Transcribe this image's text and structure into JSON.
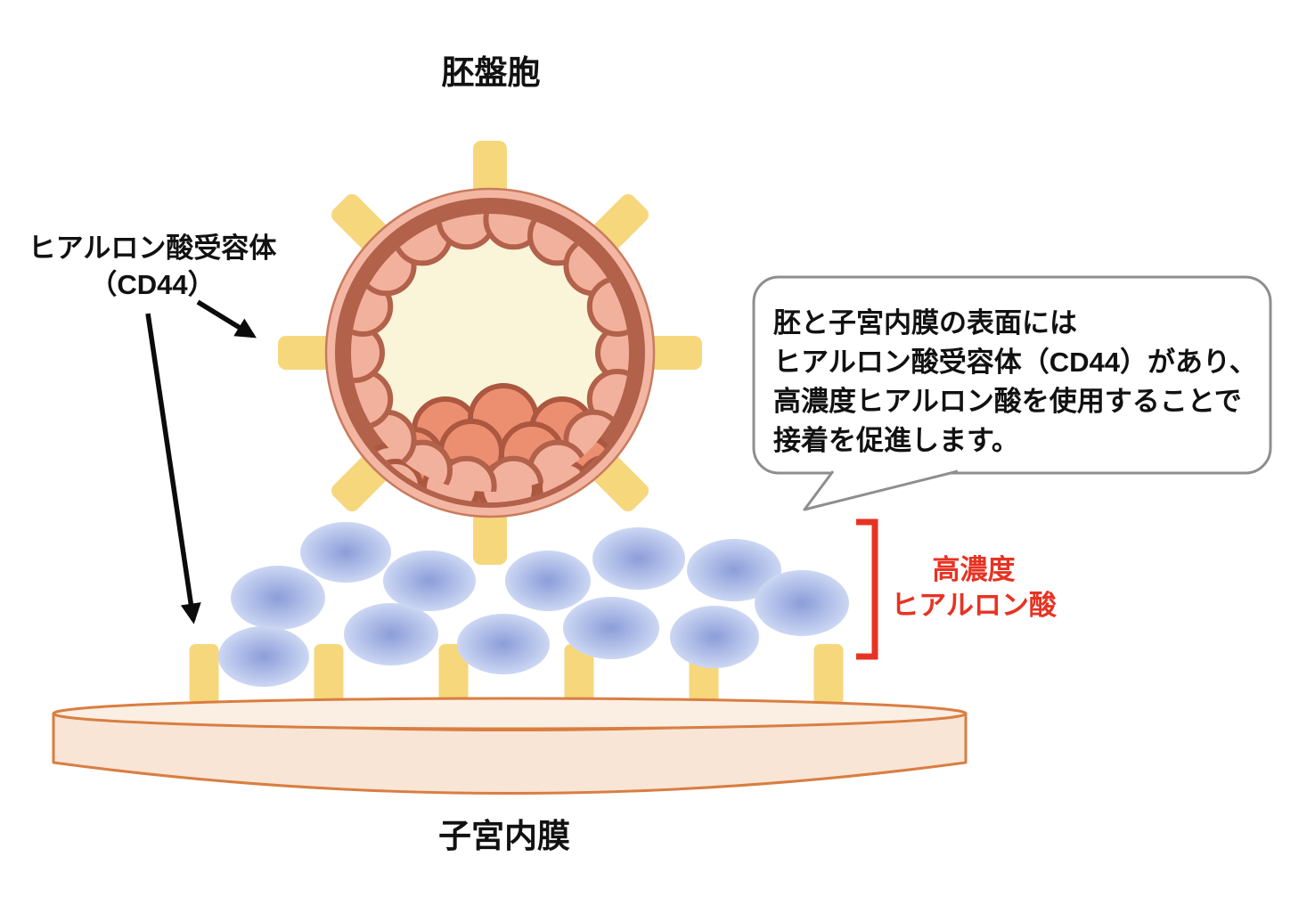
{
  "labels": {
    "title": "胚盤胞",
    "receptor": {
      "line1": "ヒアルロン酸受容体",
      "line2": "（CD44）"
    },
    "speech_bubble": {
      "line1": "胚と子宮内膜の表面には",
      "line2": "ヒアルロン酸受容体（CD44）があり、",
      "line3": "高濃度ヒアルロン酸を使用することで",
      "line4": "接着を促進します。"
    },
    "high_concentration_ha": {
      "line1": "高濃度",
      "line2": "ヒアルロン酸"
    },
    "endometrium": "子宮内膜"
  },
  "colors": {
    "background": "#FFFFFF",
    "receptor_yellow": "#F6D77C",
    "blastocyst_outer_rim": "#F3B6A2",
    "blastocyst_dark_band": "#B2614A",
    "blastocyst_interior": "#FAF5D8",
    "trophoblast_cell": "#F2B19C",
    "inner_cell_mass": "#EC8F70",
    "cell_outline": "#AC5740",
    "hyaluronic_blue_center": "#8C9DD9",
    "hyaluronic_blue_edge": "#CCD7F3",
    "endometrium_fill": "#F8E5D6",
    "endometrium_top": "#FBEEE3",
    "endometrium_outline": "#D97E41",
    "bubble_border": "#8E8E8E",
    "accent_red": "#E73323",
    "arrow_black": "#0B0B0B",
    "text_black": "#111111"
  }
}
